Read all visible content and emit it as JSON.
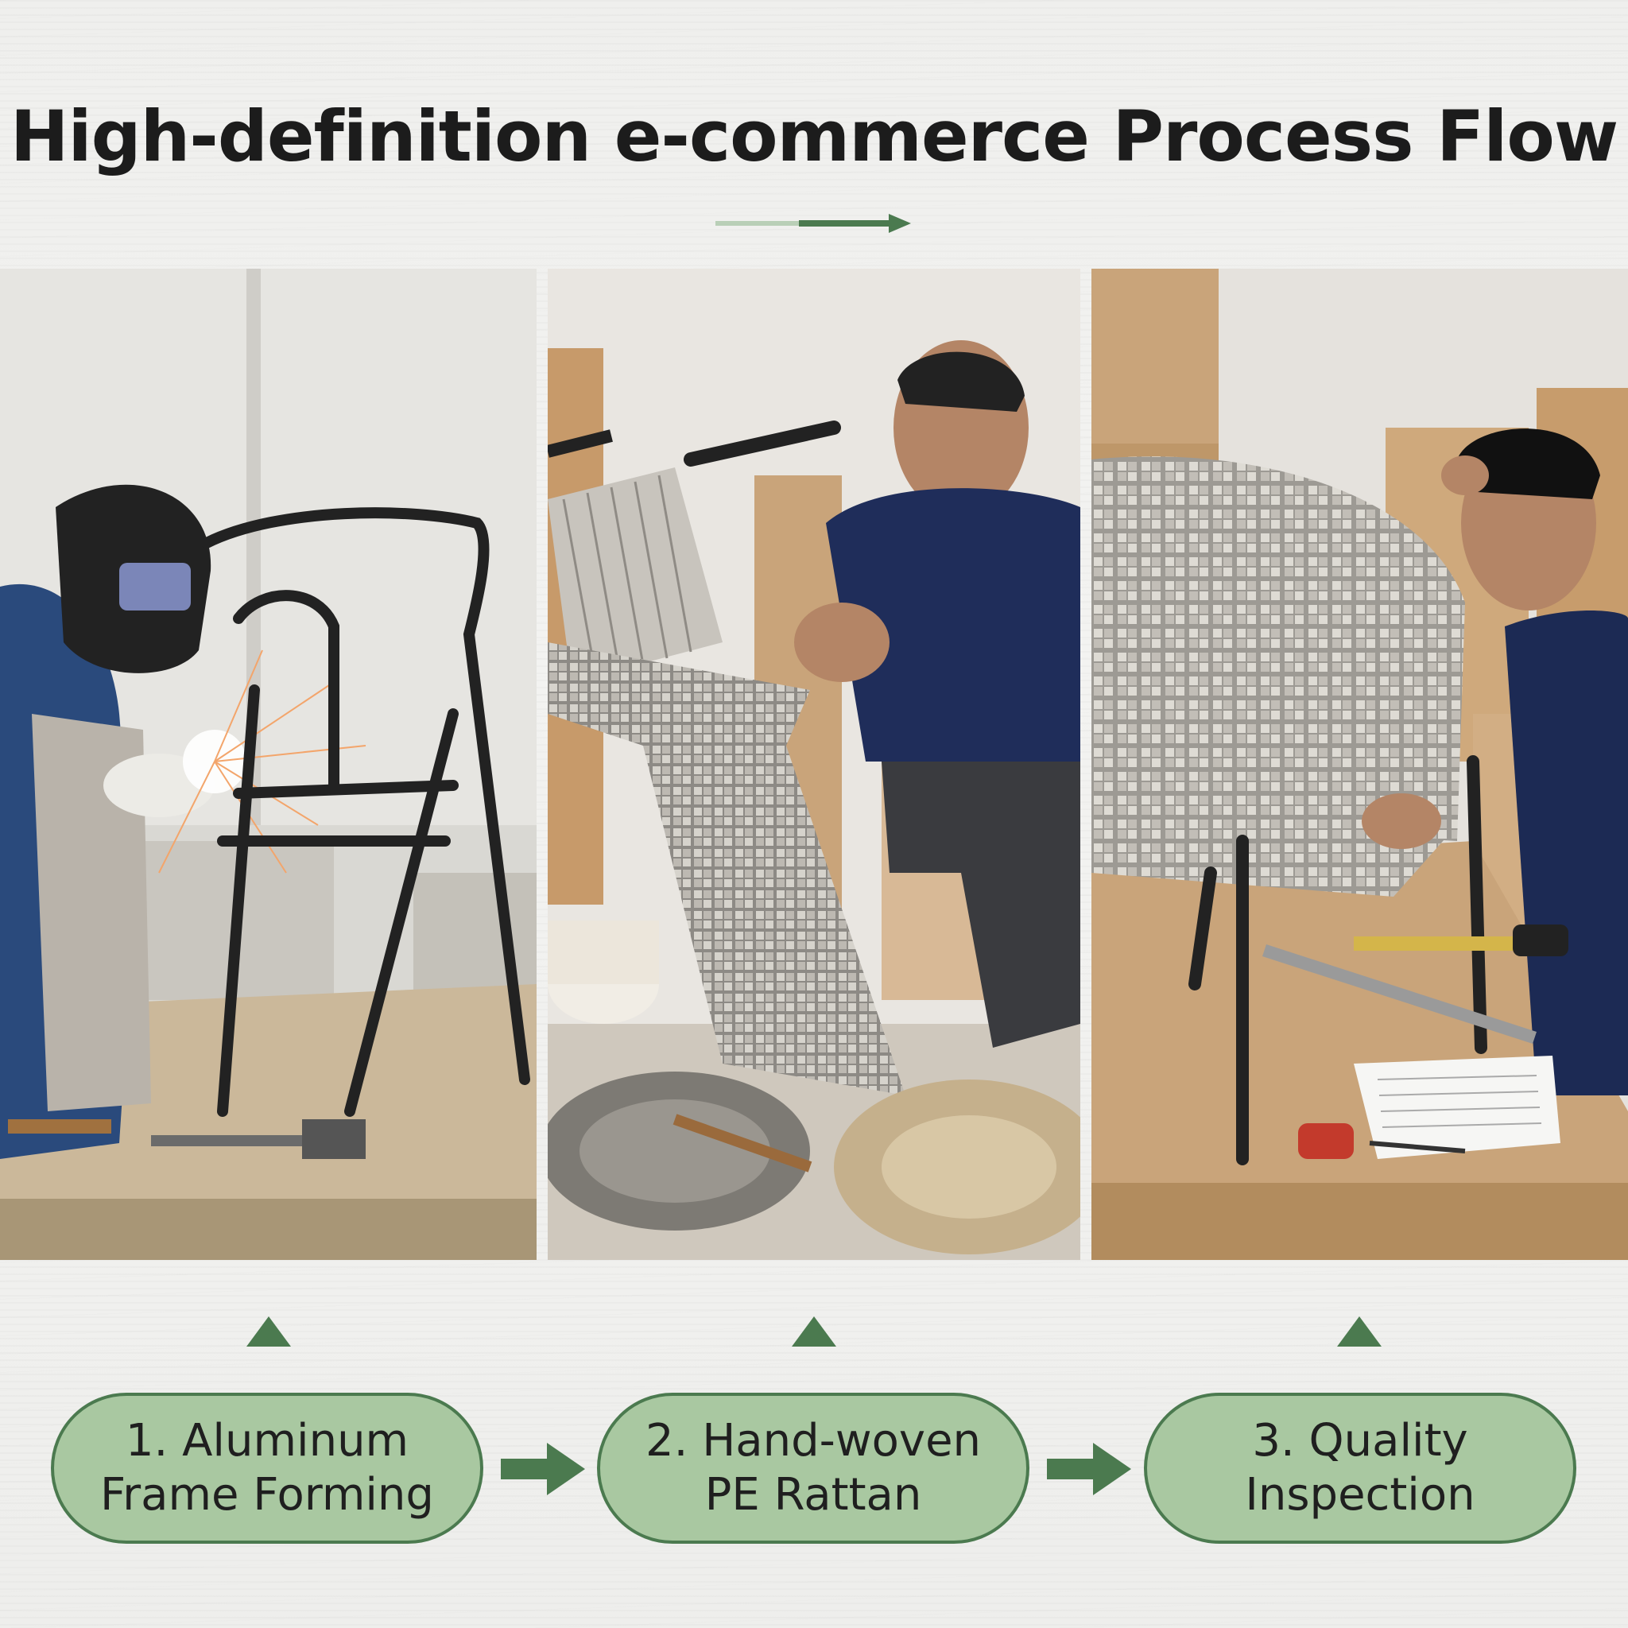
{
  "title": "High-definition e-commerce Process Flow",
  "colors": {
    "accent": "#4b7a4f",
    "pill_fill": "#a9c8a1",
    "light_accent": "#b9cfb7"
  },
  "steps": [
    {
      "line1": "1. Aluminum",
      "line2": "Frame Forming",
      "photo": "Welder with helmet welding a black aluminum chair frame, sparks flying"
    },
    {
      "line1": "2. Hand-woven",
      "line2": "PE Rattan",
      "photo": "Worker in navy polo hand-weaving grey PE rattan onto chair, coils of rattan on floor"
    },
    {
      "line1": "3. Quality",
      "line2": "Inspection",
      "photo": "Worker inspecting finished woven chair on carton, tape measure and checklist on table"
    }
  ],
  "icons": [
    "arrow-right-icon",
    "triangle-up-icon"
  ]
}
